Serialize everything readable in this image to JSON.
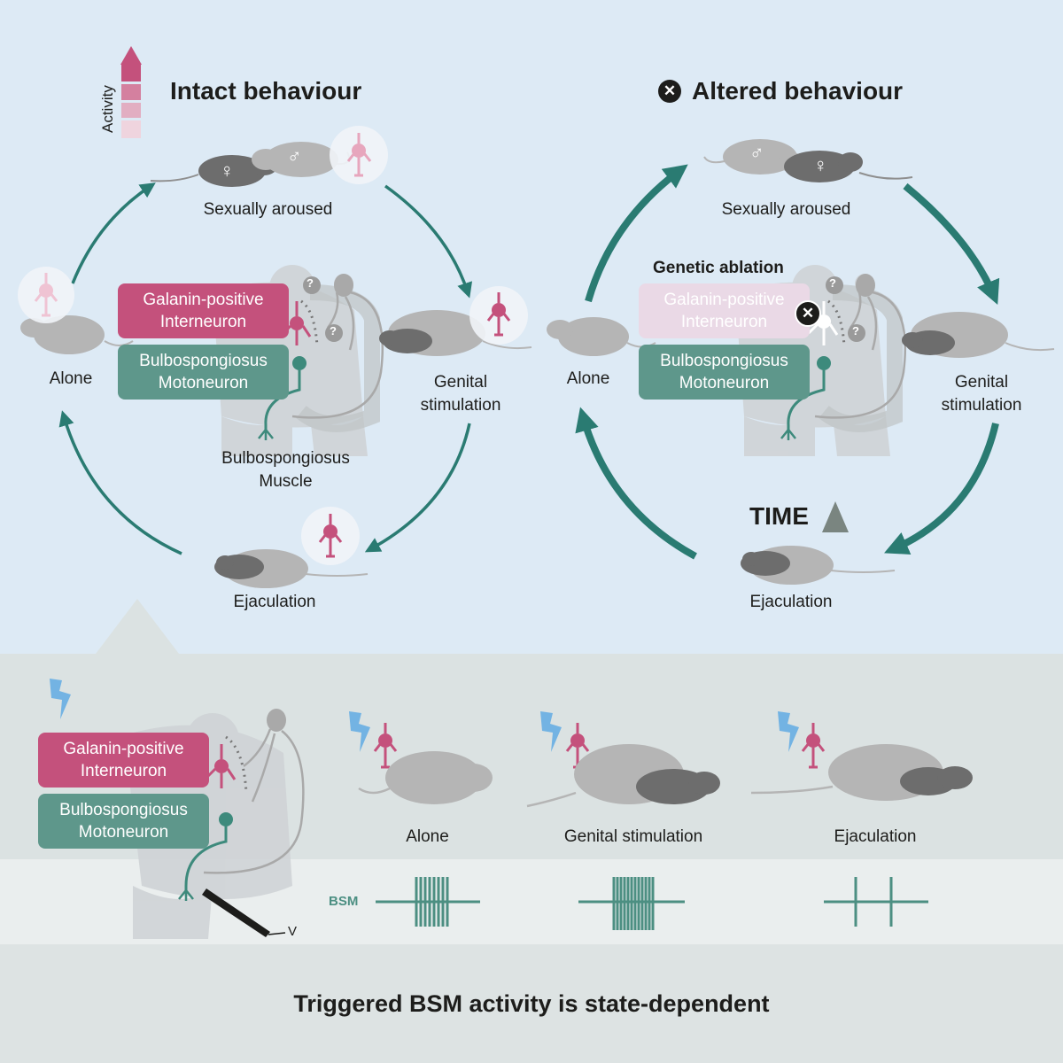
{
  "activity_label": "Activity",
  "intact": {
    "title": "Intact behaviour",
    "sexually_aroused": "Sexually aroused",
    "female_symbol": "♀",
    "male_symbol": "♂",
    "alone": "Alone",
    "genital_line1": "Genital",
    "genital_line2": "stimulation",
    "ejaculation": "Ejaculation",
    "muscle_line1": "Bulbospongiosus",
    "muscle_line2": "Muscle",
    "galanin_line1": "Galanin-positive",
    "galanin_line2": "Interneuron",
    "moto_line1": "Bulbospongiosus",
    "moto_line2": "Motoneuron",
    "unknown_mark": "?"
  },
  "altered": {
    "title": "Altered behaviour",
    "x_mark": "✕",
    "sexually_aroused": "Sexually aroused",
    "male_symbol": "♂",
    "female_symbol": "♀",
    "alone": "Alone",
    "genital_line1": "Genital",
    "genital_line2": "stimulation",
    "ejaculation": "Ejaculation",
    "genetic_ablation": "Genetic ablation",
    "galanin_line1": "Galanin-positive",
    "galanin_line2": "Interneuron",
    "moto_line1": "Bulbospongiosus",
    "moto_line2": "Motoneuron",
    "time": "TIME",
    "unknown_mark": "?"
  },
  "bottom": {
    "galanin_line1": "Galanin-positive",
    "galanin_line2": "Interneuron",
    "moto_line1": "Bulbospongiosus",
    "moto_line2": "Motoneuron",
    "alone": "Alone",
    "genital": "Genital stimulation",
    "ejaculation": "Ejaculation",
    "bsm": "BSM",
    "volt": "V"
  },
  "footer": "Triggered BSM activity is state-dependent",
  "colors": {
    "pink": "#c4517c",
    "green": "#5e978b",
    "arrow": "#2a7b72",
    "mouse_light": "#b5b5b5",
    "mouse_dark": "#6d6d6d",
    "lightning": "#73b3e3"
  }
}
